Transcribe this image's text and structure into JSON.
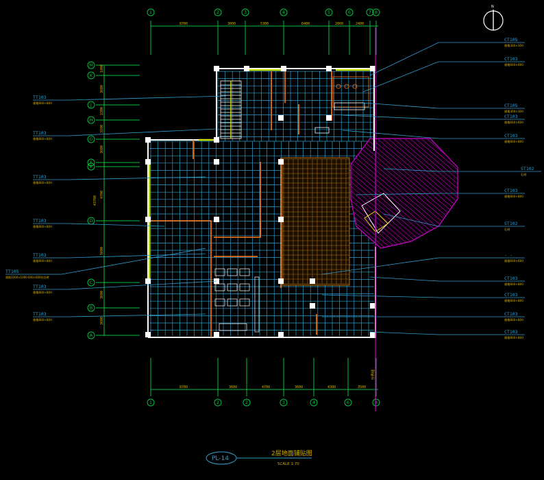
{
  "colors": {
    "background": "#000000",
    "wall": "#ffffff",
    "grid": "#2f9fd0",
    "dim_line": "#00c040",
    "axis_circle": "#00c040",
    "leader": "#2f9fd0",
    "tag_text": "#2f9fd0",
    "tag_sub": "#d8b400",
    "accent_wall": "#c8e000",
    "partition": "#ff7a1a",
    "hatch": "#a000a0",
    "tile_area": "#b07010",
    "title_text": "#d0b000"
  },
  "grid_top": [
    "1",
    "2",
    "3",
    "4",
    "5",
    "6",
    "7",
    "8"
  ],
  "grid_bottom": [
    "1",
    "2",
    "2",
    "3",
    "4",
    "6",
    "8"
  ],
  "grid_left": [
    "M",
    "K",
    "J",
    "H",
    "G",
    "F",
    "E",
    "D",
    "C",
    "B",
    "A"
  ],
  "left_tags": [
    {
      "code": "TT103",
      "note": "规格800×800"
    },
    {
      "code": "TT103",
      "note": "规格800×800"
    },
    {
      "code": "TT103",
      "note": "规格800×800"
    },
    {
      "code": "TT103",
      "note": "规格800×800"
    },
    {
      "code": "TT103",
      "note": "规格800×800"
    },
    {
      "code": "TT105",
      "note": "规格1000×1000·600×600仿古砖"
    },
    {
      "code": "TT103",
      "note": "规格800×800"
    },
    {
      "code": "TT103",
      "note": "规格800×800"
    }
  ],
  "right_tags": [
    {
      "code": "CT105",
      "note": "规格300×300"
    },
    {
      "code": "CT103",
      "note": "规格600×600"
    },
    {
      "code": "CT105",
      "note": "规格300×300"
    },
    {
      "code": "CT103",
      "note": "规格600×600"
    },
    {
      "code": "CT103",
      "note": "规格800×800"
    },
    {
      "code": "ST102",
      "note": "石材"
    },
    {
      "code": "CT103",
      "note": "规格800×800"
    },
    {
      "code": "ST102",
      "note": "石材"
    },
    {
      "code": "- -",
      "note": "规格600×600"
    },
    {
      "code": "CT103",
      "note": "规格800×800"
    },
    {
      "code": "CT103",
      "note": "规格800×800"
    },
    {
      "code": "CT103",
      "note": "规格800×800"
    },
    {
      "code": "CT103",
      "note": "规格800×800"
    }
  ],
  "section_label": "分界线",
  "north_label": "N",
  "title": {
    "tag": "PL-14",
    "name": "2层地面铺贴图",
    "scale": "SCALE   1:70"
  }
}
